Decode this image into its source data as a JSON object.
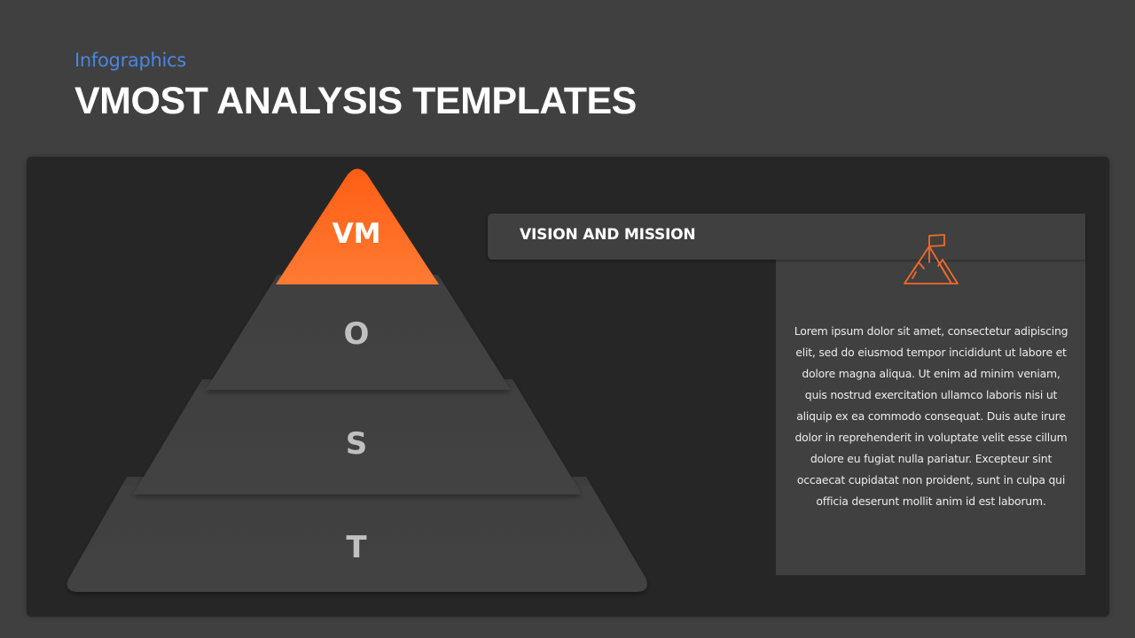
{
  "header": {
    "subtitle": "Infographics",
    "title": "VMOST ANALYSIS TEMPLATES"
  },
  "colors": {
    "background": "#404040",
    "card": "#262626",
    "accent": "#ff6a1f",
    "subtitle": "#4a86e0",
    "layer": "#414141",
    "layer_label": "#c0c0c0"
  },
  "pyramid": {
    "layers": [
      {
        "id": "vm",
        "label": "VM",
        "active": true
      },
      {
        "id": "o",
        "label": "O",
        "active": false
      },
      {
        "id": "s",
        "label": "S",
        "active": false
      },
      {
        "id": "t",
        "label": "T",
        "active": false
      }
    ]
  },
  "callout": {
    "heading": "VISION AND MISSION",
    "icon": "mountain-flag-icon",
    "body": "Lorem ipsum dolor sit amet, consectetur adipiscing elit, sed do eiusmod tempor incididunt ut labore et dolore magna aliqua. Ut enim ad minim veniam, quis nostrud exercitation ullamco laboris nisi ut aliquip ex ea commodo consequat. Duis aute irure dolor in reprehenderit in voluptate velit esse cillum dolore eu fugiat nulla pariatur. Excepteur sint occaecat cupidatat non proident, sunt in culpa qui officia deserunt mollit anim id est laborum."
  }
}
